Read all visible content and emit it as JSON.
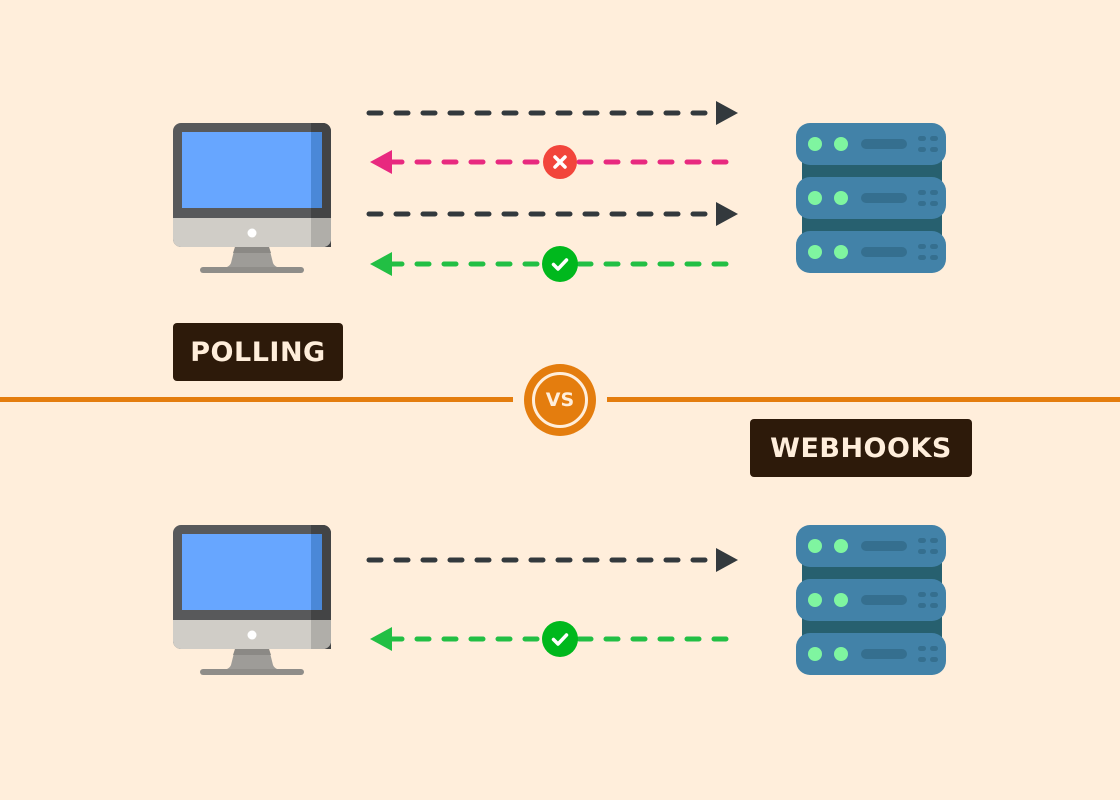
{
  "colors": {
    "background": "#ffeedb",
    "label_bg": "#2d1a0a",
    "label_text": "#ffeedb",
    "divider": "#e47d0e",
    "request_arrow": "#33393d",
    "failed_response_arrow": "#e8297f",
    "success_response_arrow": "#22bf44",
    "fail_badge": "#f2453b",
    "success_badge": "#00b81d",
    "monitor_screen": "#67a6ff",
    "monitor_bezel": "#58595b",
    "server_body": "#4282a8",
    "server_led": "#7ff5a0"
  },
  "polling": {
    "label": "POLLING",
    "client_icon": "desktop-computer-icon",
    "server_icon": "server-rack-icon",
    "arrows": [
      {
        "direction": "right",
        "type": "request",
        "status": null
      },
      {
        "direction": "left",
        "type": "response",
        "status": "failed",
        "badge_icon": "x-icon"
      },
      {
        "direction": "right",
        "type": "request",
        "status": null
      },
      {
        "direction": "left",
        "type": "response",
        "status": "success",
        "badge_icon": "check-icon"
      }
    ]
  },
  "divider": {
    "badge_text": "VS"
  },
  "webhooks": {
    "label": "WEBHOOKS",
    "client_icon": "desktop-computer-icon",
    "server_icon": "server-rack-icon",
    "arrows": [
      {
        "direction": "right",
        "type": "request",
        "status": null
      },
      {
        "direction": "left",
        "type": "response",
        "status": "success",
        "badge_icon": "check-icon"
      }
    ]
  }
}
